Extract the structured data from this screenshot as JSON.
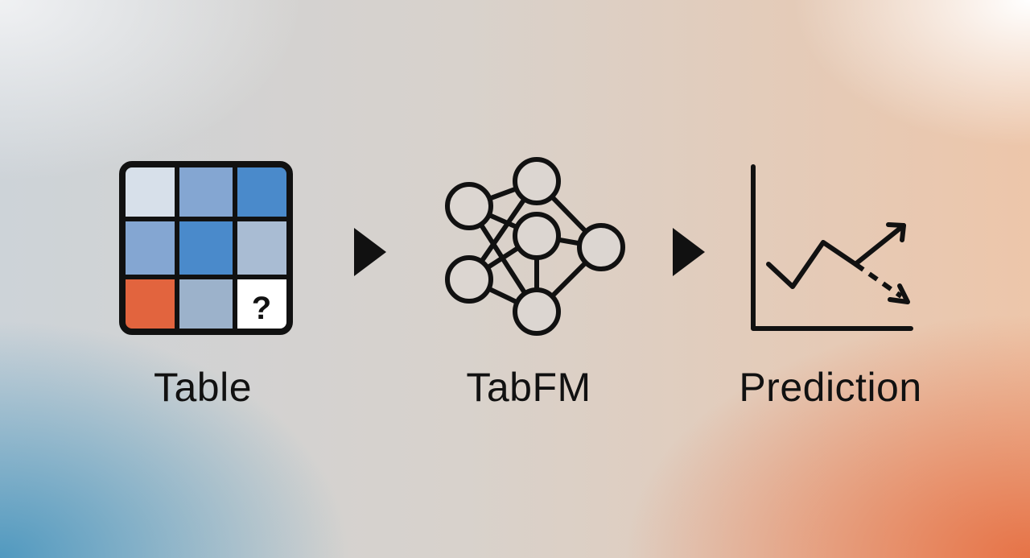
{
  "steps": [
    {
      "label": "Table",
      "icon": "table-grid-icon"
    },
    {
      "label": "TabFM",
      "icon": "neural-network-icon"
    },
    {
      "label": "Prediction",
      "icon": "line-chart-prediction-icon"
    }
  ],
  "table_cells": [
    {
      "color": "#d7e0ea"
    },
    {
      "color": "#84a6d2"
    },
    {
      "color": "#4a8acb"
    },
    {
      "color": "#84a6d2"
    },
    {
      "color": "#4a8acb"
    },
    {
      "color": "#a9bcd3"
    },
    {
      "color": "#e2643e"
    },
    {
      "color": "#9cb2cb"
    },
    {
      "color": "#ffffff",
      "text": "?"
    }
  ],
  "arrows": [
    "play-arrow-icon",
    "play-arrow-icon"
  ]
}
